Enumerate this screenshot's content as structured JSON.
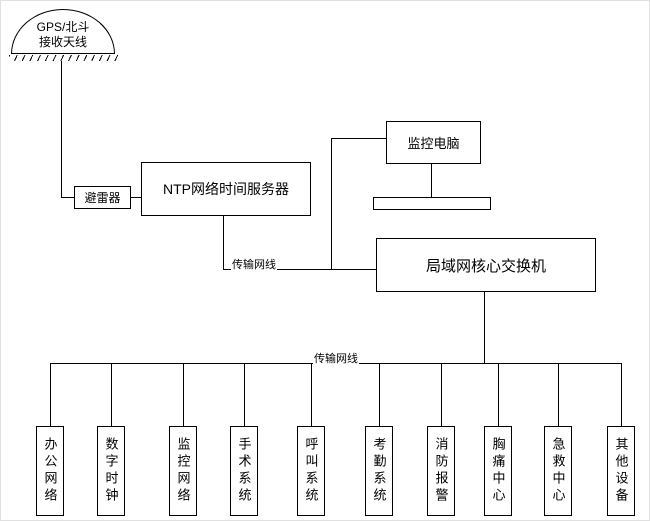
{
  "colors": {
    "line": "#000000",
    "background": "#ffffff",
    "text": "#000000"
  },
  "antenna": {
    "line1": "GPS/北斗",
    "line2": "接收天线"
  },
  "arrester": {
    "label": "避雷器"
  },
  "ntp_server": {
    "label": "NTP网络时间服务器"
  },
  "monitor_pc": {
    "label": "监控电脑"
  },
  "core_switch": {
    "label": "局域网核心交换机"
  },
  "cables": {
    "label_top": "传输网线",
    "label_bottom": "传输网线"
  },
  "terminals": [
    {
      "label": "办公网络"
    },
    {
      "label": "数字时钟"
    },
    {
      "label": "监控网络"
    },
    {
      "label": "手术系统"
    },
    {
      "label": "呼叫系统"
    },
    {
      "label": "考勤系统"
    },
    {
      "label": "消防报警"
    },
    {
      "label": "胸痛中心"
    },
    {
      "label": "急救中心"
    },
    {
      "label": "其他设备"
    }
  ]
}
